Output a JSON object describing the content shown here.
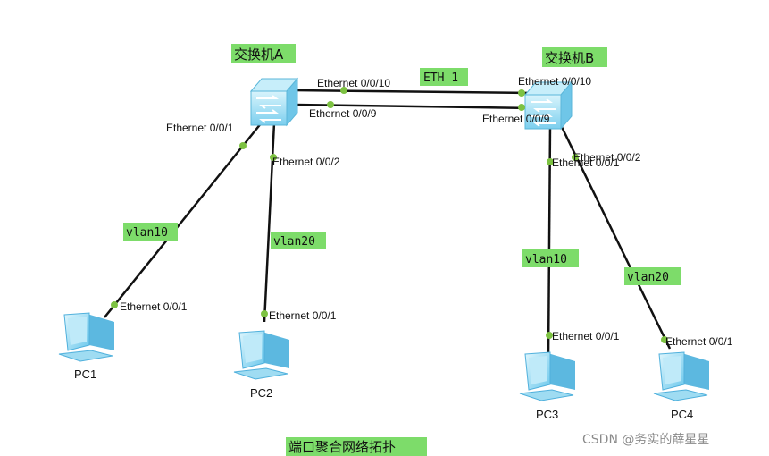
{
  "switches": {
    "a": {
      "label": "交换机A"
    },
    "b": {
      "label": "交换机B"
    }
  },
  "trunk": {
    "label": "ETH 1",
    "a_port_top": "Ethernet 0/0/10",
    "a_port_bottom": "Ethernet 0/0/9",
    "b_port_top": "Ethernet 0/0/10",
    "b_port_bottom": "Ethernet 0/0/9"
  },
  "links": {
    "a_pc1": {
      "switch_port": "Ethernet 0/0/1",
      "vlan": "vlan10",
      "pc_port": "Ethernet 0/0/1"
    },
    "a_pc2": {
      "switch_port": "Ethernet 0/0/2",
      "vlan": "vlan20",
      "pc_port": "Ethernet 0/0/1"
    },
    "b_pc3": {
      "switch_port": "Ethernet 0/0/1",
      "vlan": "vlan10",
      "pc_port": "Ethernet 0/0/1"
    },
    "b_pc4": {
      "switch_port": "Ethernet 0/0/2",
      "vlan": "vlan20",
      "pc_port": "Ethernet 0/0/1"
    }
  },
  "pcs": {
    "pc1": {
      "label": "PC1"
    },
    "pc2": {
      "label": "PC2"
    },
    "pc3": {
      "label": "PC3"
    },
    "pc4": {
      "label": "PC4"
    }
  },
  "caption": "端口聚合网络拓扑",
  "watermark": "CSDN @务实的薛星星",
  "colors": {
    "highlight": "#7ddc6a",
    "link": "#111111",
    "port_dot": "#7dc242",
    "switch_body": "#a9e3f5",
    "pc_body": "#8fd8f2"
  }
}
